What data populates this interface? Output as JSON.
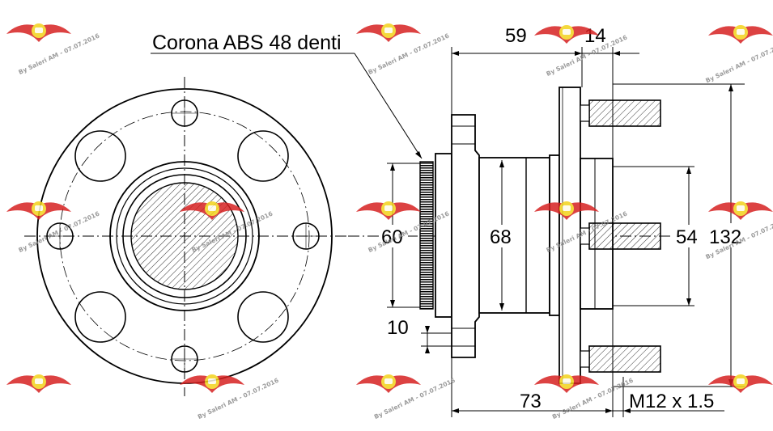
{
  "part_label": "Corona ABS 48 denti",
  "dimensions": {
    "d59": "59",
    "d14": "14",
    "d60": "60",
    "d68": "68",
    "d54": "54",
    "d132": "132",
    "d10": "10",
    "d73": "73",
    "thread": "M12 x 1.5"
  },
  "watermark": {
    "text": "By Saleri AM - 07.07.2016",
    "logo_color": "#d62020",
    "logo_accent": "#f3d21a"
  }
}
